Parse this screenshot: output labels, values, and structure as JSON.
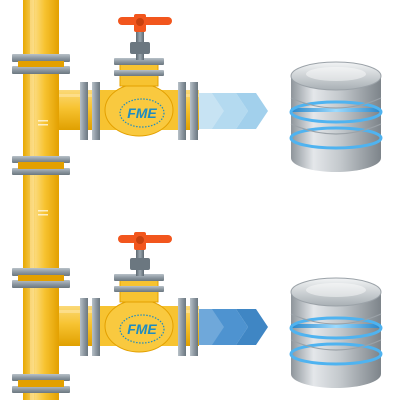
{
  "logo_text": "FME",
  "colors": {
    "pipe": "#F7C331",
    "pipe_shade": "#E8A800",
    "pipe_highlight": "#FBD978",
    "flange": "#9AA5AE",
    "flange_dark": "#6B7780",
    "handle": "#F2561D",
    "logo_blue": "#1E8CC0",
    "arrow_light": "#A9D3EC",
    "arrow_dark": "#3F86C4",
    "db_silver": "#C8CDD1",
    "db_glow": "#4FB3F0"
  },
  "flows": [
    {
      "name": "upper-flow",
      "arrow_style": "light",
      "database_glow": "blue"
    },
    {
      "name": "lower-flow",
      "arrow_style": "dark",
      "database_glow": "blue"
    }
  ],
  "icons": {
    "valve": "valve-wheel-icon",
    "database": "database-icon",
    "arrow": "flow-arrow-icon",
    "logo": "fme-logo-icon"
  }
}
